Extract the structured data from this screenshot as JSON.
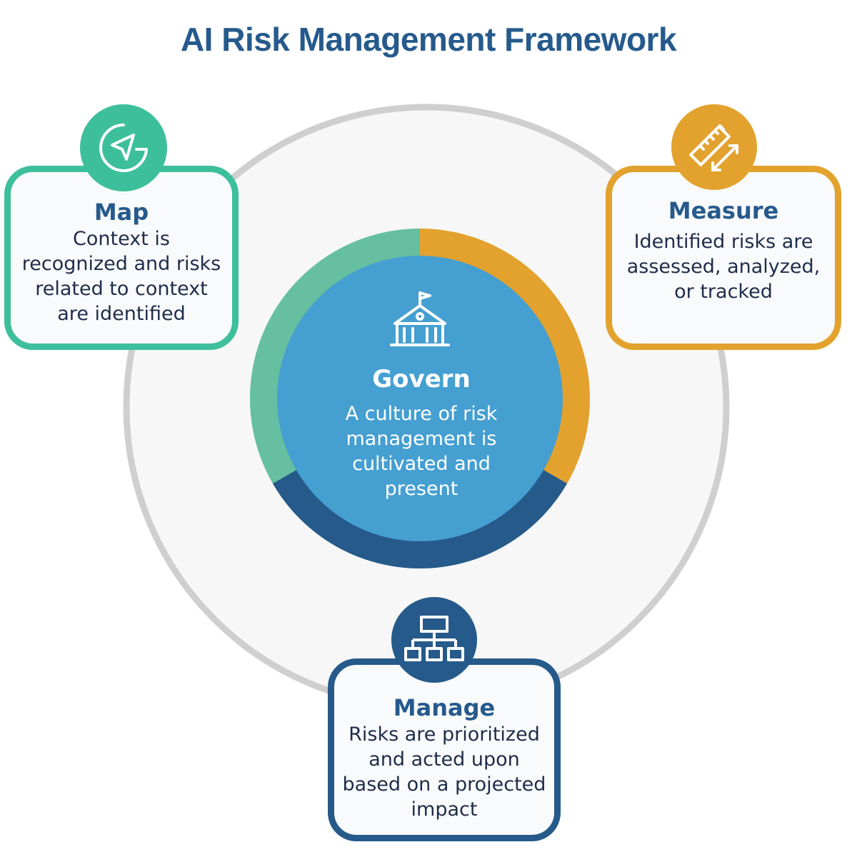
{
  "title": "AI Risk Management Framework",
  "colors": {
    "title": "#265a8c",
    "map": "#3dbf9c",
    "map_arc": "#66bfa0",
    "measure": "#e2a22d",
    "manage": "#255a8a",
    "govern": "#459fd1",
    "outer_ring": "#cfcfcf",
    "outer_fill": "#f7f7f7"
  },
  "govern": {
    "icon": "school-building-icon",
    "title": "Govern",
    "description": "A culture of risk management is cultivated and present"
  },
  "map": {
    "icon": "navigation-arrow-icon",
    "title": "Map",
    "description": "Context is recognized and risks related to context are identified"
  },
  "measure": {
    "icon": "ruler-measure-icon",
    "title": "Measure",
    "description": "Identified risks are assessed, analyzed, or tracked"
  },
  "manage": {
    "icon": "hierarchy-chart-icon",
    "title": "Manage",
    "description": "Risks are prioritized and acted upon based on a projected impact"
  }
}
